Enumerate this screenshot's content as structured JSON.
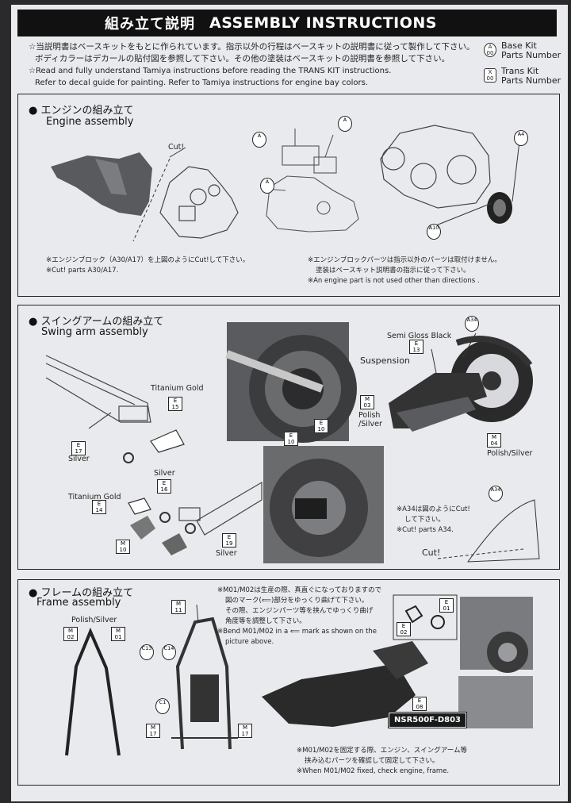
{
  "header": {
    "title_jp": "組み立て説明",
    "title_en": "ASSEMBLY INSTRUCTIONS"
  },
  "intro": {
    "jp1": "☆当説明書はベースキットをもとに作られています。指示以外の行程はベースキットの説明書に従って製作して下さい。",
    "jp2": "ボディカラーはデカールの貼付図を参照して下さい。その他の塗装はベースキットの説明書を参照して下さい。",
    "en1": "☆Read and fully understand Tamiya instructions before reading the TRANS KIT instructions.",
    "en2": "Refer to decal guide for painting. Refer to Tamiya instructions for engine bay colors."
  },
  "legend": {
    "base_letter": "A",
    "base_num": "00",
    "base_l1": "Base Kit",
    "base_l2": "Parts Number",
    "trans_letter": "X",
    "trans_num": "00",
    "trans_l1": "Trans Kit",
    "trans_l2": "Parts Number"
  },
  "engine": {
    "title_jp": "エンジンの組み立て",
    "title_en": "Engine assembly",
    "cut": "Cut!",
    "note1_l1": "※エンジンブロック（A30/A17）を上図のようにCut!して下さい。",
    "note1_l2": "※Cut!  parts A30/A17.",
    "note2_l1": "※エンジンブロックパーツは指示以外のパーツは取付けません。",
    "note2_l2": "塗装はベースキット説明書の指示に従って下さい。",
    "note2_l3": "※An engine part is not used other than directions ."
  },
  "swing": {
    "title_jp": "スイングアームの組み立て",
    "title_en": "Swing arm assembly",
    "titanium1": "Titanium Gold",
    "titanium2": "Titanium Gold",
    "silver1": "Silver",
    "silver2": "Silver",
    "silver3": "Silver",
    "semi": "Semi Gloss Black",
    "suspension": "Suspension",
    "polish1": "Polish",
    "polish2": "/Silver",
    "polish3": "Polish/Silver",
    "note_l1": "※A34は図のようにCut!",
    "note_l2": "して下さい。",
    "note_l3": "※Cut!  parts A34.",
    "cut": "Cut!"
  },
  "frame": {
    "title_jp": "フレームの組み立て",
    "title_en": "Frame assembly",
    "polish": "Polish/Silver",
    "note1_l1": "※M01/M02は生産の際、真直ぐになっておりますので",
    "note1_l2": "図のマーク(⟸)部分をゆっくり曲げて下さい。",
    "note1_l3": "その際、エンジンパーツ等を挟んでゆっくり曲げ",
    "note1_l4": "角度等を調整して下さい。",
    "note1_l5": "※Bend M01/M02 in a  ⟸  mark as shown on the",
    "note1_l6": "picture above.",
    "note2_l1": "※M01/M02を固定する際、エンジン、スイングアーム等",
    "note2_l2": "挟み込むパーツを確認して固定して下さい。",
    "note2_l3": "※When M01/M02 fixed, check engine, frame.",
    "nsr": "NSR500F-D803"
  },
  "tags": {
    "a4": [
      "A",
      "4"
    ],
    "a10": [
      "A",
      "10"
    ],
    "a34": [
      "A",
      "34"
    ],
    "a34b": [
      "A",
      "34"
    ],
    "e13": [
      "E",
      "13"
    ],
    "e15": [
      "E",
      "15"
    ],
    "e17": [
      "E",
      "17"
    ],
    "e16": [
      "E",
      "16"
    ],
    "e14": [
      "E",
      "14"
    ],
    "m10": [
      "M",
      "10"
    ],
    "e19": [
      "E",
      "19"
    ],
    "m03": [
      "M",
      "03"
    ],
    "m04": [
      "M",
      "04"
    ],
    "e10a": [
      "E",
      "10"
    ],
    "e10b": [
      "E",
      "10"
    ],
    "m02": [
      "M",
      "02"
    ],
    "m01": [
      "M",
      "01"
    ],
    "m11": [
      "M",
      "11"
    ],
    "c13": [
      "C",
      "13"
    ],
    "c14": [
      "C",
      "14"
    ],
    "c1": [
      "C",
      "1"
    ],
    "m17a": [
      "M",
      "17"
    ],
    "m17b": [
      "M",
      "17"
    ],
    "e01": [
      "E",
      "01"
    ],
    "e02": [
      "E",
      "02"
    ],
    "e08": [
      "E",
      "08"
    ]
  }
}
